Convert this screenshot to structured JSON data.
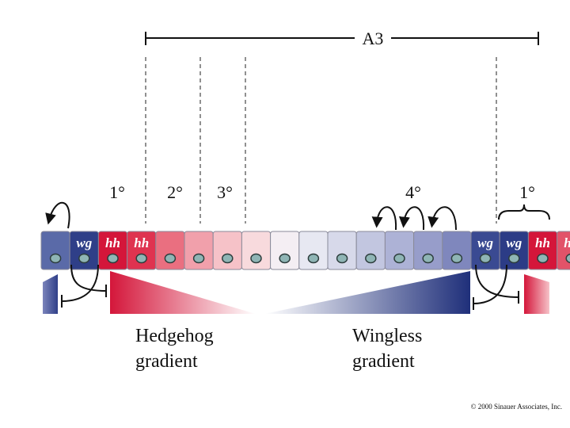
{
  "segment_label": "A3",
  "zones": [
    "1°",
    "2°",
    "3°",
    "4°",
    "1°"
  ],
  "cells": [
    {
      "gene": "",
      "color": "#5a6aa8"
    },
    {
      "gene": "wg",
      "color": "#2f3f88"
    },
    {
      "gene": "hh",
      "color": "#d4163a"
    },
    {
      "gene": "hh",
      "color": "#df3350"
    },
    {
      "gene": "",
      "color": "#ea6f80"
    },
    {
      "gene": "",
      "color": "#f1a0ab"
    },
    {
      "gene": "",
      "color": "#f6c2c8"
    },
    {
      "gene": "",
      "color": "#f8dadd"
    },
    {
      "gene": "",
      "color": "#f4eef3"
    },
    {
      "gene": "",
      "color": "#e7e8f2"
    },
    {
      "gene": "",
      "color": "#d7d9ea"
    },
    {
      "gene": "",
      "color": "#c2c6e0"
    },
    {
      "gene": "",
      "color": "#adb2d6"
    },
    {
      "gene": "",
      "color": "#979dca"
    },
    {
      "gene": "",
      "color": "#7f87bd"
    },
    {
      "gene": "wg",
      "color": "#3a4a92"
    },
    {
      "gene": "wg",
      "color": "#2c3c86"
    },
    {
      "gene": "hh",
      "color": "#d4163a"
    },
    {
      "gene": "hh",
      "color": "#e25369"
    }
  ],
  "gradients": {
    "hedgehog": [
      "Hedgehog",
      "gradient"
    ],
    "wingless": [
      "Wingless",
      "gradient"
    ]
  },
  "colors": {
    "hh_red": "#d4163a",
    "wg_blue": "#1f2f7a",
    "nucleus": "#8fb5b5"
  },
  "copyright": "© 2000 Sinauer Associates, Inc."
}
